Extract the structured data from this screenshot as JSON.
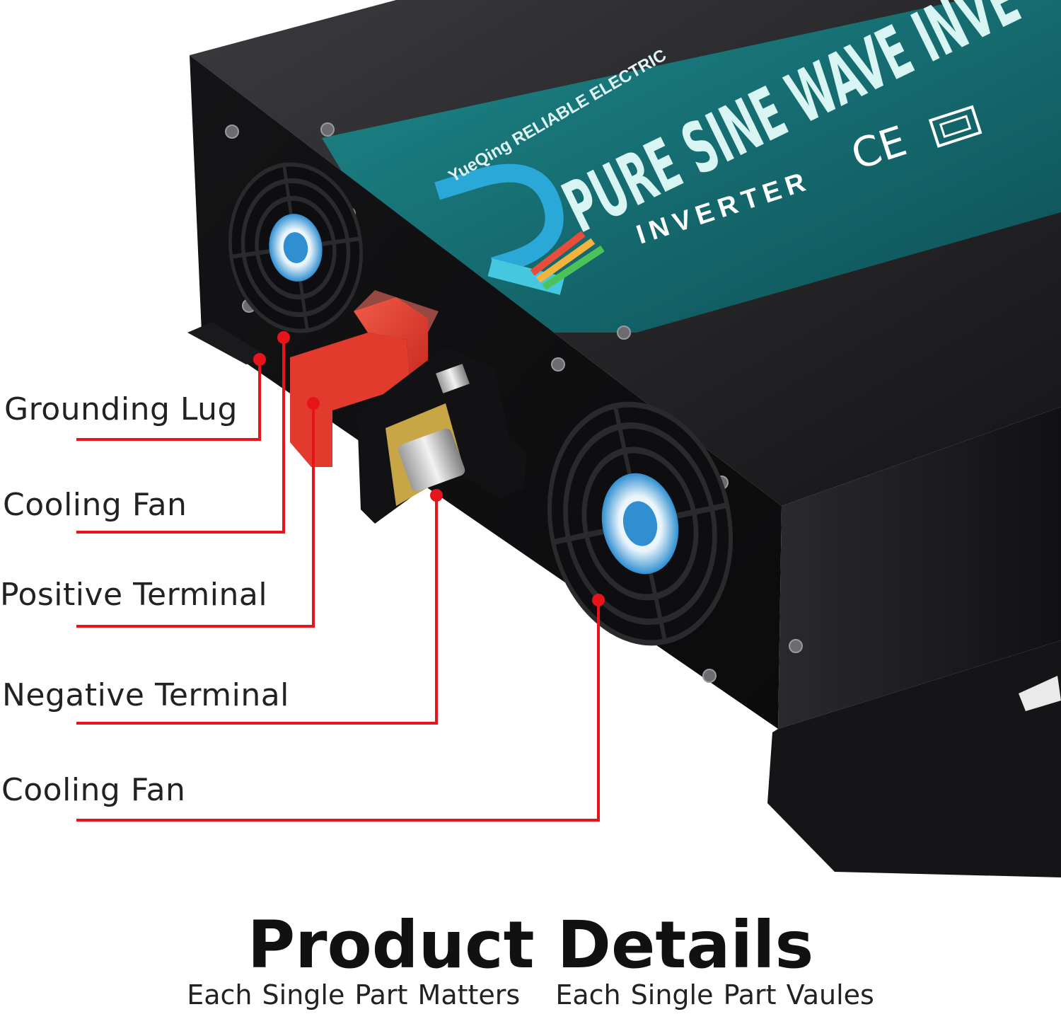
{
  "product": {
    "brand_line": "YueQing RELIABLE ELECTRIC",
    "headline": "PURE SINE WAVE INVE",
    "sub_label": "INVERTER",
    "cert_mark": "CE"
  },
  "callouts": [
    {
      "label": "Grounding Lug"
    },
    {
      "label": "Cooling Fan"
    },
    {
      "label": "Positive Terminal"
    },
    {
      "label": "Negative Terminal"
    },
    {
      "label": "Cooling Fan"
    }
  ],
  "footer": {
    "title": "Product Details",
    "tagline_1": "Each Single Part Matters",
    "tagline_2": "Each Single Part Vaules"
  },
  "colors": {
    "callout_line": "#e8141b",
    "label_panel": "#0f6c70",
    "housing": "#1d1d1f",
    "terminal_red": "#e23a2c"
  }
}
